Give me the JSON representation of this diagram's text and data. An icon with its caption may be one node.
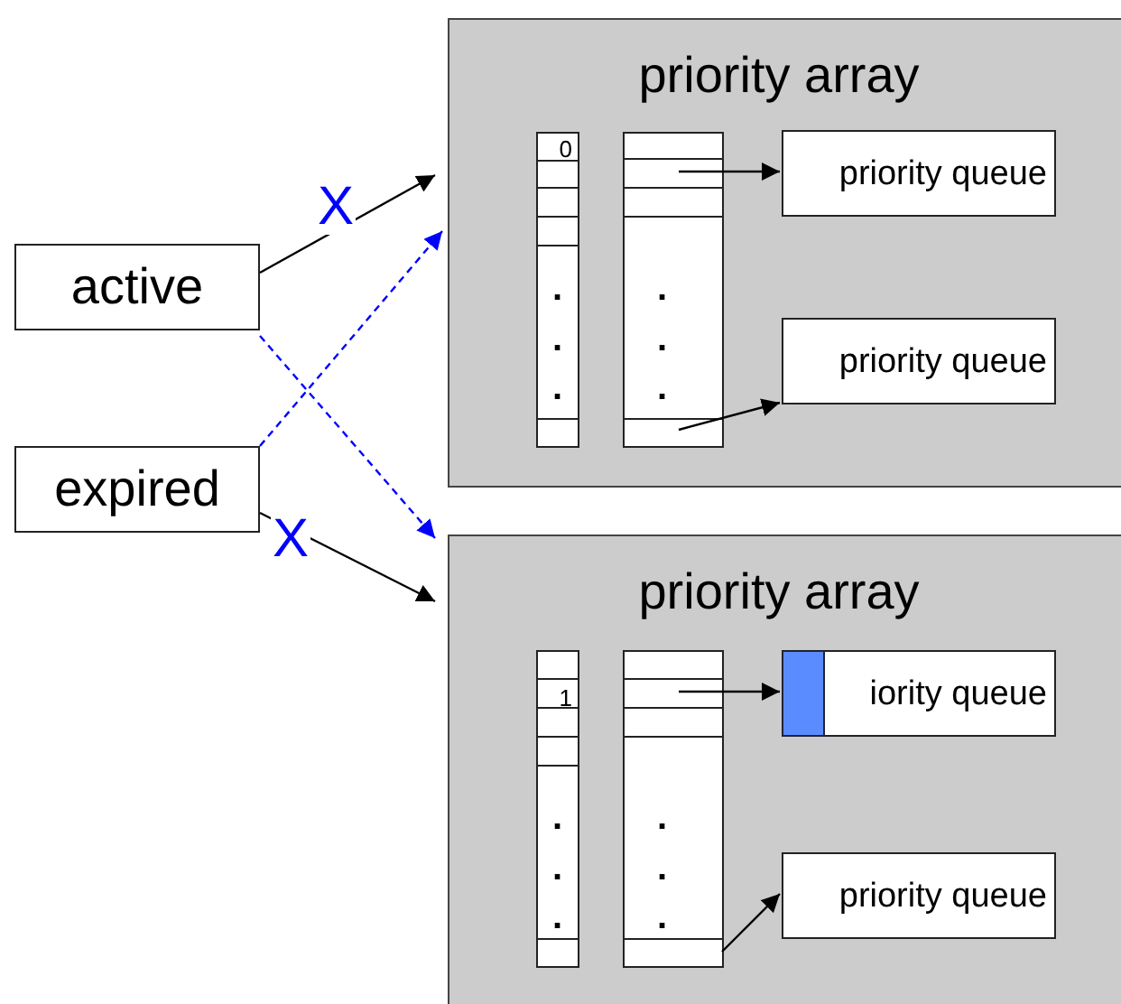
{
  "diagram": {
    "nodes": [
      {
        "text": [
          "active"
        ]
      },
      {
        "text": [
          "expired"
        ]
      },
      {
        "text": [
          "priority array"
        ]
      },
      {
        "text": [
          "0",
          ".",
          ".",
          "."
        ],
        "in": 2
      },
      {
        "text": [
          ".",
          ".",
          "."
        ],
        "in": 2
      },
      {
        "text": [
          "priority queue"
        ],
        "in": 2
      },
      {
        "text": [
          "priority queue"
        ],
        "in": 2
      },
      {
        "text": [
          "priority array"
        ]
      },
      {
        "text": [
          "1",
          ".",
          ".",
          "."
        ],
        "in": 7
      },
      {
        "text": [
          ".",
          ".",
          "."
        ],
        "in": 7
      },
      {
        "text": [
          "iority queue"
        ],
        "in": 7
      },
      {
        "text": [
          "priority queue"
        ],
        "in": 7
      }
    ],
    "edges": [
      {
        "from": 0,
        "to": 2,
        "arrow": "to",
        "label": "X"
      },
      {
        "from": 0,
        "to": 7,
        "arrow": "to",
        "style": "dashed",
        "color": "#0000ff"
      },
      {
        "from": 1,
        "to": 2,
        "arrow": "to",
        "style": "dashed",
        "color": "#0000ff"
      },
      {
        "from": 1,
        "to": 7,
        "arrow": "to",
        "label": "X"
      },
      {
        "from": 4,
        "to": 5,
        "arrow": "to"
      },
      {
        "from": 4,
        "to": 6,
        "arrow": "to"
      },
      {
        "from": 9,
        "to": 10,
        "arrow": "to"
      },
      {
        "from": 9,
        "to": 11,
        "arrow": "to"
      }
    ]
  }
}
